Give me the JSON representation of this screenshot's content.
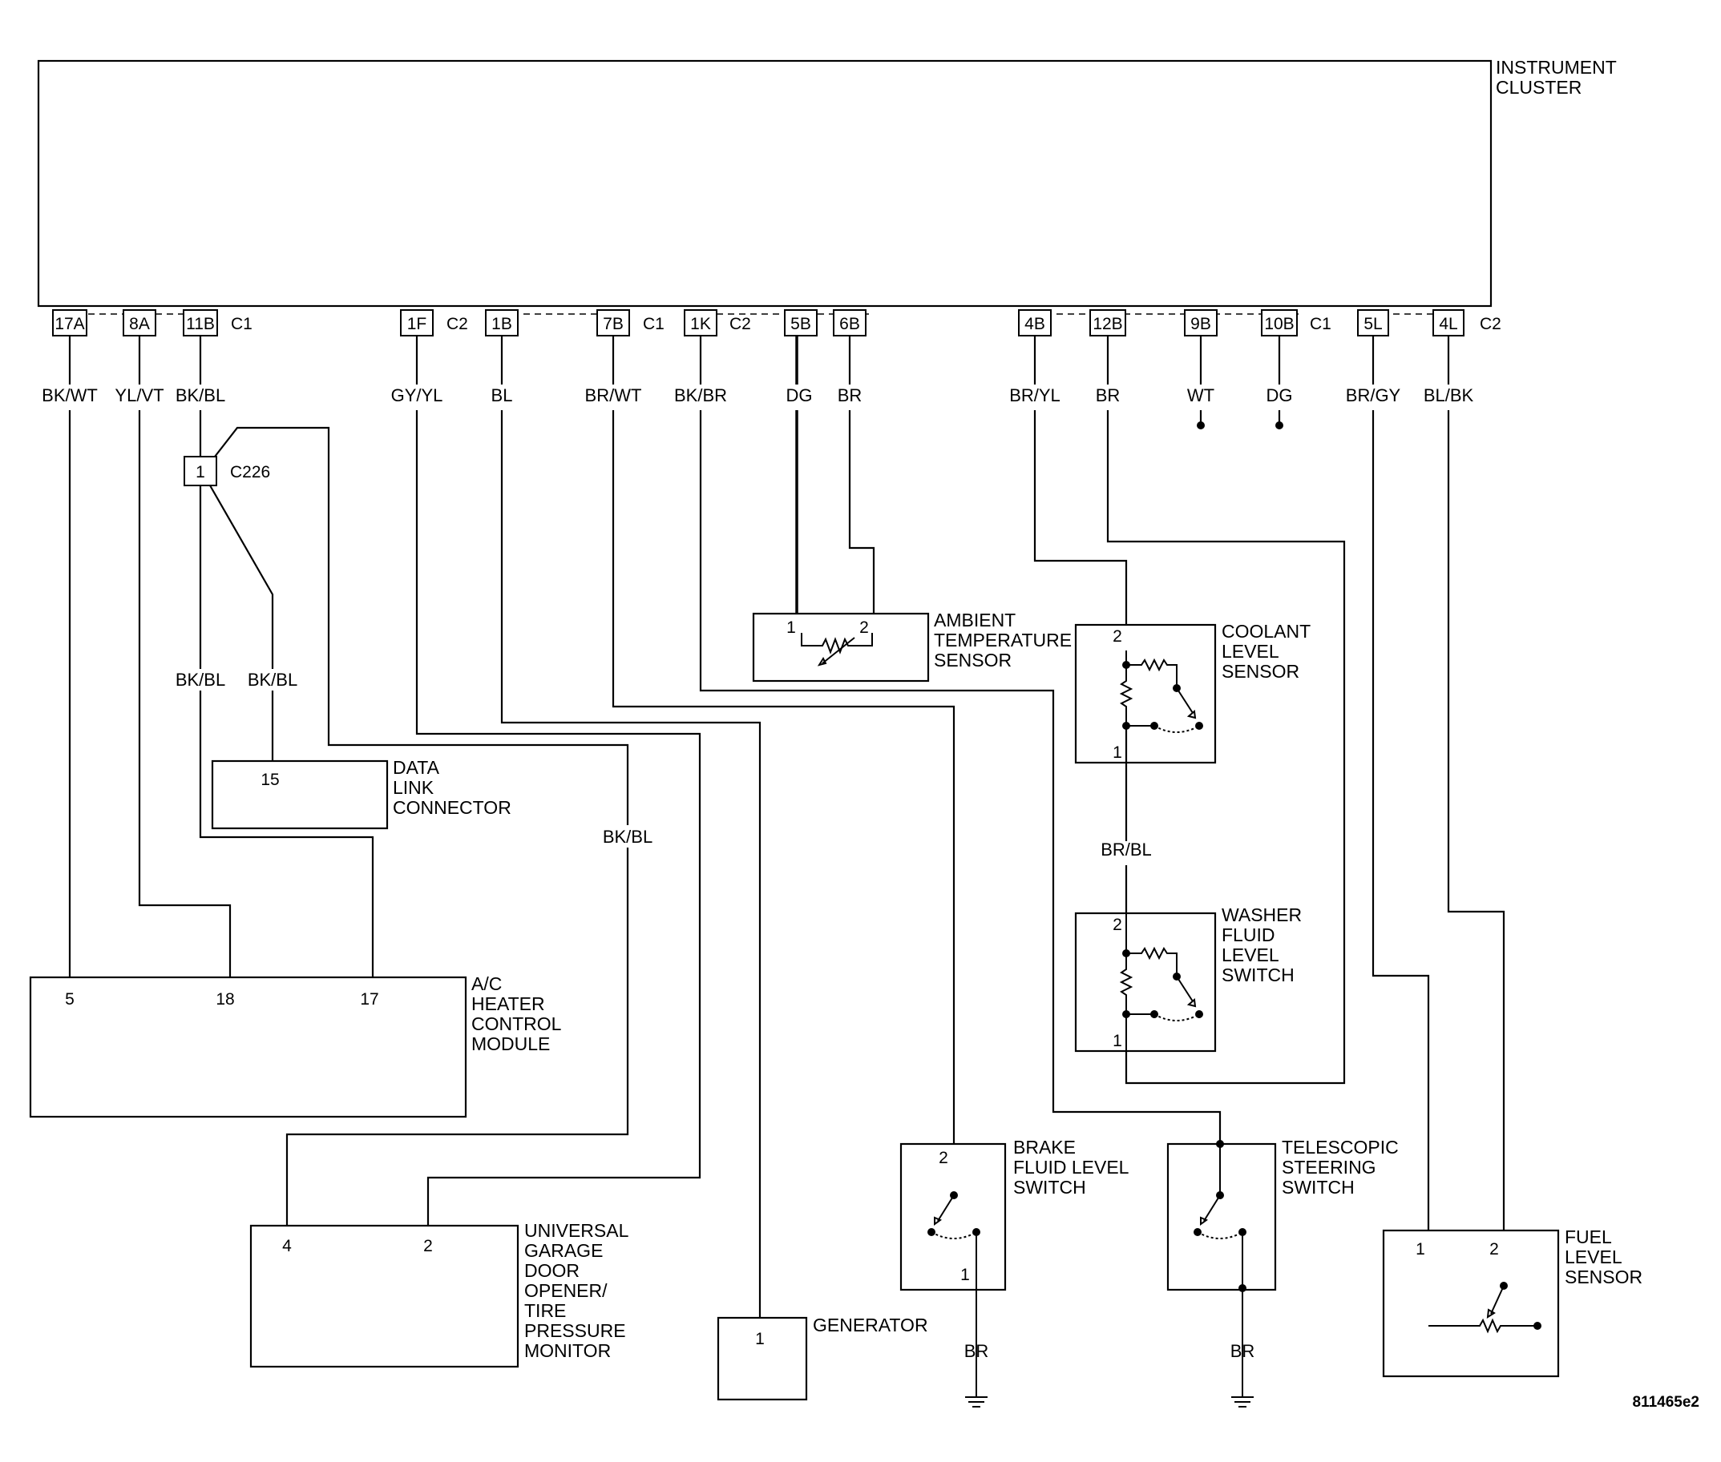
{
  "components": {
    "instrument_cluster": "INSTRUMENT\nCLUSTER",
    "ambient_temp_sensor": "AMBIENT\nTEMPERATURE\nSENSOR",
    "coolant_level_sensor": "COOLANT\nLEVEL\nSENSOR",
    "washer_fluid_switch": "WASHER\nFLUID\nLEVEL\nSWITCH",
    "data_link_connector": "DATA\nLINK\nCONNECTOR",
    "ac_heater_module": "A/C\nHEATER\nCONTROL\nMODULE",
    "brake_fluid_switch": "BRAKE\nFLUID LEVEL\nSWITCH",
    "telescopic_switch": "TELESCOPIC\nSTEERING\nSWITCH",
    "fuel_level_sensor": "FUEL\nLEVEL\nSENSOR",
    "ugdo_tpm": "UNIVERSAL\nGARAGE\nDOOR\nOPENER/\nTIRE\nPRESSURE\nMONITOR",
    "generator": "GENERATOR"
  },
  "connectors": {
    "c1": "C1",
    "c2": "C2",
    "c226": "C226"
  },
  "cluster_pins": [
    "17A",
    "8A",
    "11B",
    "1F",
    "1B",
    "7B",
    "1K",
    "5B",
    "6B",
    "4B",
    "12B",
    "9B",
    "10B",
    "5L",
    "4L"
  ],
  "wire_colors": {
    "w17a": "BK/WT",
    "w8a": "YL/VT",
    "w11b": "BK/BL",
    "w1f": "GY/YL",
    "w1b": "BL",
    "w7b": "BR/WT",
    "w1k": "BK/BR",
    "w5b": "DG",
    "w6b": "BR",
    "w4b": "BR/YL",
    "w12b": "BR",
    "w9b": "WT",
    "w10b": "DG",
    "w5l": "BR/GY",
    "w4l": "BL/BK",
    "splice_left": "BK/BL",
    "splice_right": "BK/BL",
    "ugdo_feed": "BK/BL",
    "coolant_washer": "BR/BL",
    "brake_ground": "BR",
    "telescopic_ground": "BR"
  },
  "pin_numbers": {
    "c226_pin": "1",
    "dlc_pin": "15",
    "ac_pin_5": "5",
    "ac_pin_18": "18",
    "ac_pin_17": "17",
    "ambient_pin_1": "1",
    "ambient_pin_2": "2",
    "coolant_pin_2": "2",
    "coolant_pin_1": "1",
    "washer_pin_2": "2",
    "washer_pin_1": "1",
    "brake_pin_2": "2",
    "brake_pin_1": "1",
    "ugdo_pin_4": "4",
    "ugdo_pin_2": "2",
    "generator_pin_1": "1",
    "fuel_pin_1": "1",
    "fuel_pin_2": "2"
  },
  "figure_id": "811465e2"
}
